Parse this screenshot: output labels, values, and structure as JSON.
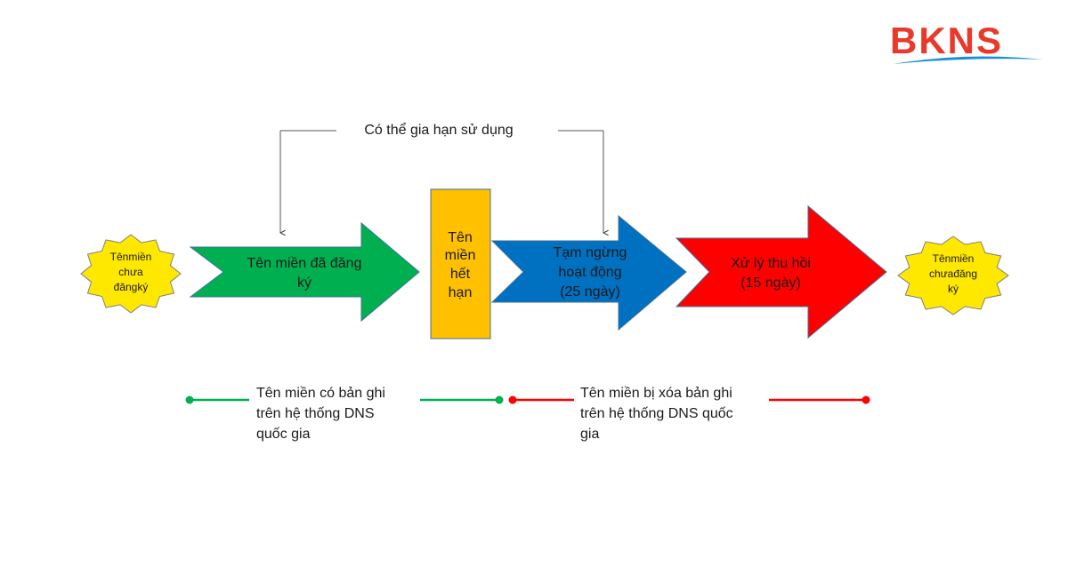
{
  "logo": {
    "text": "BKNS",
    "color": "#e8392a",
    "swoosh_color": "#1a8fd6"
  },
  "renewal": {
    "label": "Có thể gia hạn sử dụng"
  },
  "stages": {
    "start": {
      "lines": [
        "Tênmiền",
        "chưa",
        "đăngký"
      ],
      "color": "#ffe800"
    },
    "registered": {
      "lines": [
        "Tên miền đã đăng",
        "ký"
      ],
      "color": "#00b050"
    },
    "expired": {
      "lines": [
        "Tên",
        "miền",
        "hết",
        "hạn"
      ],
      "color": "#ffc000"
    },
    "suspended": {
      "lines": [
        "Tạm ngừng",
        "hoạt động",
        "(25 ngày)"
      ],
      "color": "#0070c0"
    },
    "recovery": {
      "lines": [
        "Xử lý thu hồi",
        "(15 ngày)"
      ],
      "color": "#ff0000"
    },
    "end": {
      "lines": [
        "Tênmiền",
        "chưađăng",
        "ký"
      ],
      "color": "#ffe800"
    }
  },
  "legend": {
    "with_record": {
      "lines": [
        "Tên miền có bản ghi",
        "trên hệ thống DNS",
        "quốc gia"
      ],
      "color": "#00b050"
    },
    "deleted_record": {
      "lines": [
        "Tên miền bị xóa bản ghi",
        "trên hệ thống DNS quốc",
        "gia"
      ],
      "color": "#ff0000"
    }
  }
}
